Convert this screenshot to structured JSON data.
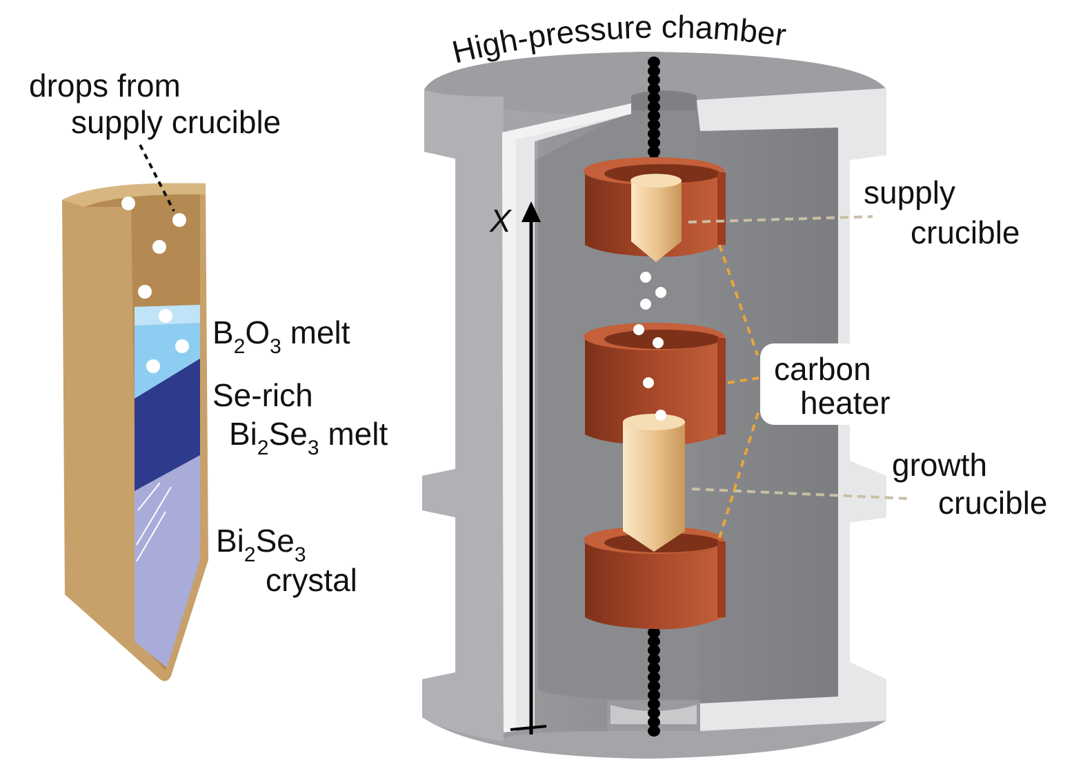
{
  "colors": {
    "crucible_wall": "#C8A06A",
    "crucible_inner": "#B48A52",
    "b2o3_melt": "#8ECDF2",
    "se_rich_melt": "#2E3A8C",
    "crystal": "#A9ACD8",
    "chamber_dark": "#8C8D90",
    "chamber_light": "#E6E7E8",
    "heater": "#A8482A",
    "heater_dark": "#7E3119",
    "inner_crucible": "#EBC38E",
    "leader_orange": "#E9A53A",
    "leader_tan": "#C9BFA6",
    "axis": "#000000"
  },
  "labels": {
    "drops_line1": "drops from",
    "drops_line2": "supply crucible",
    "b2o3": {
      "b": "B",
      "sub1": "2",
      "o": "O",
      "sub2": "3",
      "rest": " melt"
    },
    "se_rich": "Se-rich",
    "bi2se3_melt": {
      "bi": "Bi",
      "sub1": "2",
      "se": "Se",
      "sub2": "3",
      "rest": " melt"
    },
    "bi2se3_crystal": {
      "bi": "Bi",
      "sub1": "2",
      "se": "Se",
      "sub2": "3",
      "line2": "crystal"
    },
    "chamber_title": "High-pressure chamber",
    "axis_label": "X",
    "supply_line1": "supply",
    "supply_line2": "crucible",
    "heater_line1": "carbon",
    "heater_line2": "heater",
    "growth_line1": "growth",
    "growth_line2": "crucible"
  },
  "icons": {
    "crucible": "cutaway-crucible-icon",
    "chamber": "cutaway-cylinder-icon",
    "heater": "split-ring-heater-icon"
  }
}
